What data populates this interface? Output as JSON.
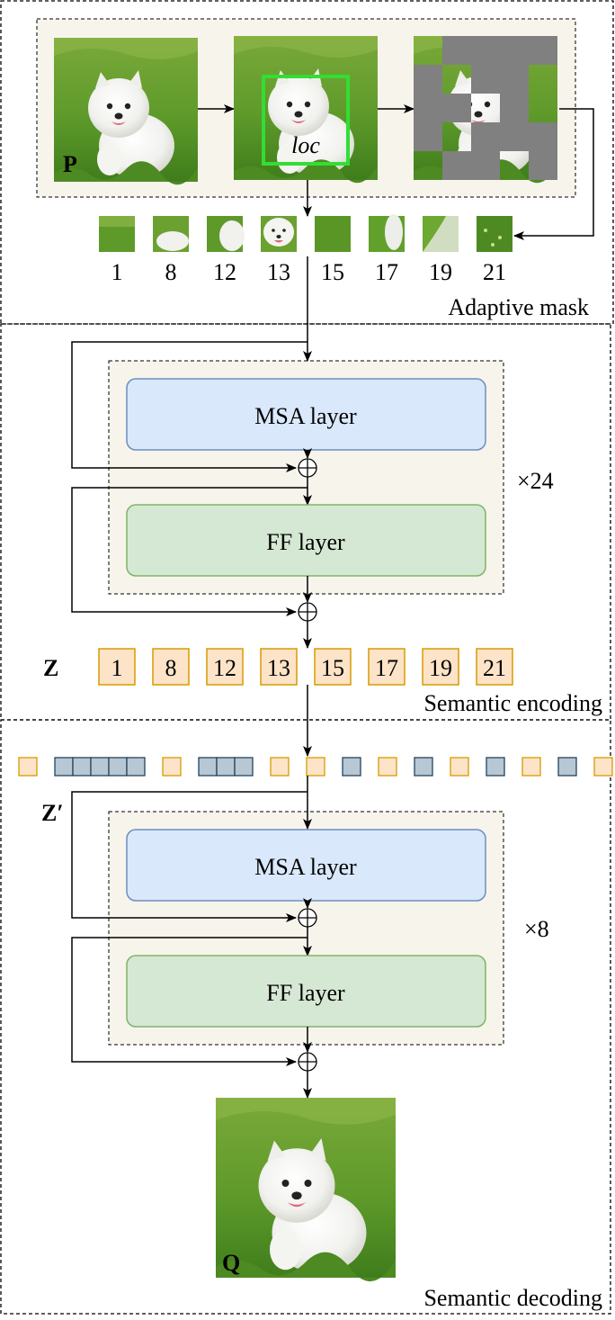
{
  "sections": {
    "adaptive_mask": "Adaptive mask",
    "semantic_encoding": "Semantic encoding",
    "semantic_decoding": "Semantic decoding"
  },
  "images": {
    "p_label": "P",
    "loc_label": "loc",
    "q_label": "Q"
  },
  "patch_indices": [
    "1",
    "8",
    "12",
    "13",
    "15",
    "17",
    "19",
    "21"
  ],
  "encoder": {
    "msa_label": "MSA layer",
    "ff_label": "FF layer",
    "repeat": "×24"
  },
  "z_label": "Z",
  "z_tokens": [
    "1",
    "8",
    "12",
    "13",
    "15",
    "17",
    "19",
    "21"
  ],
  "z_prime_label": "Z′",
  "decoder": {
    "msa_label": "MSA layer",
    "ff_label": "FF layer",
    "repeat": "×8"
  },
  "colors": {
    "visible_token_fill": "#fde3c7",
    "visible_token_stroke": "#d79b00",
    "mask_token_fill": "#b8c7d4",
    "mask_token_stroke": "#23445d",
    "msa_fill": "#dae8fc",
    "msa_stroke": "#6c8ebf",
    "ff_fill": "#d5e8d4",
    "ff_stroke": "#82b366",
    "block_bg": "#f7f4ec",
    "loc_box": "#33dd33",
    "mask_gray": "#808080"
  }
}
